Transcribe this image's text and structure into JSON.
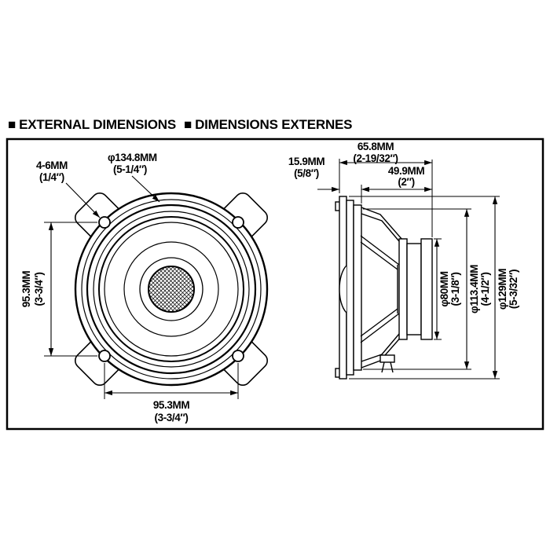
{
  "title": {
    "bullet": "■",
    "items": [
      {
        "label": "EXTERNAL DIMENSIONS"
      },
      {
        "label": "DIMENSIONS EXTERNES"
      }
    ]
  },
  "colors": {
    "ink": "#000000",
    "background": "#ffffff"
  },
  "front_view": {
    "tab_thickness": {
      "mm": "4-6MM",
      "inch": "(1/4″)"
    },
    "overall_diameter": {
      "mm": "φ134.8MM",
      "inch": "(5-1/4″)"
    },
    "mounting_pitch_vertical": {
      "mm": "95.3MM",
      "inch": "(3-3/4″)"
    },
    "mounting_pitch_horizontal": {
      "mm": "95.3MM",
      "inch": "(3-3/4″)"
    }
  },
  "side_view": {
    "flange_depth": {
      "mm": "15.9MM",
      "inch": "(5/8″)"
    },
    "total_depth": {
      "mm": "65.8MM",
      "inch": "(2-19/32″)"
    },
    "mounting_depth": {
      "mm": "49.9MM",
      "inch": "(2″)"
    },
    "magnet_diameter": {
      "mm": "φ80MM",
      "inch": "(3-1/8″)"
    },
    "cutout_diameter": {
      "mm": "φ113.4MM",
      "inch": "(4-1/2″)"
    },
    "frame_diameter": {
      "mm": "φ129MM",
      "inch": "(5-3/32″)"
    }
  }
}
